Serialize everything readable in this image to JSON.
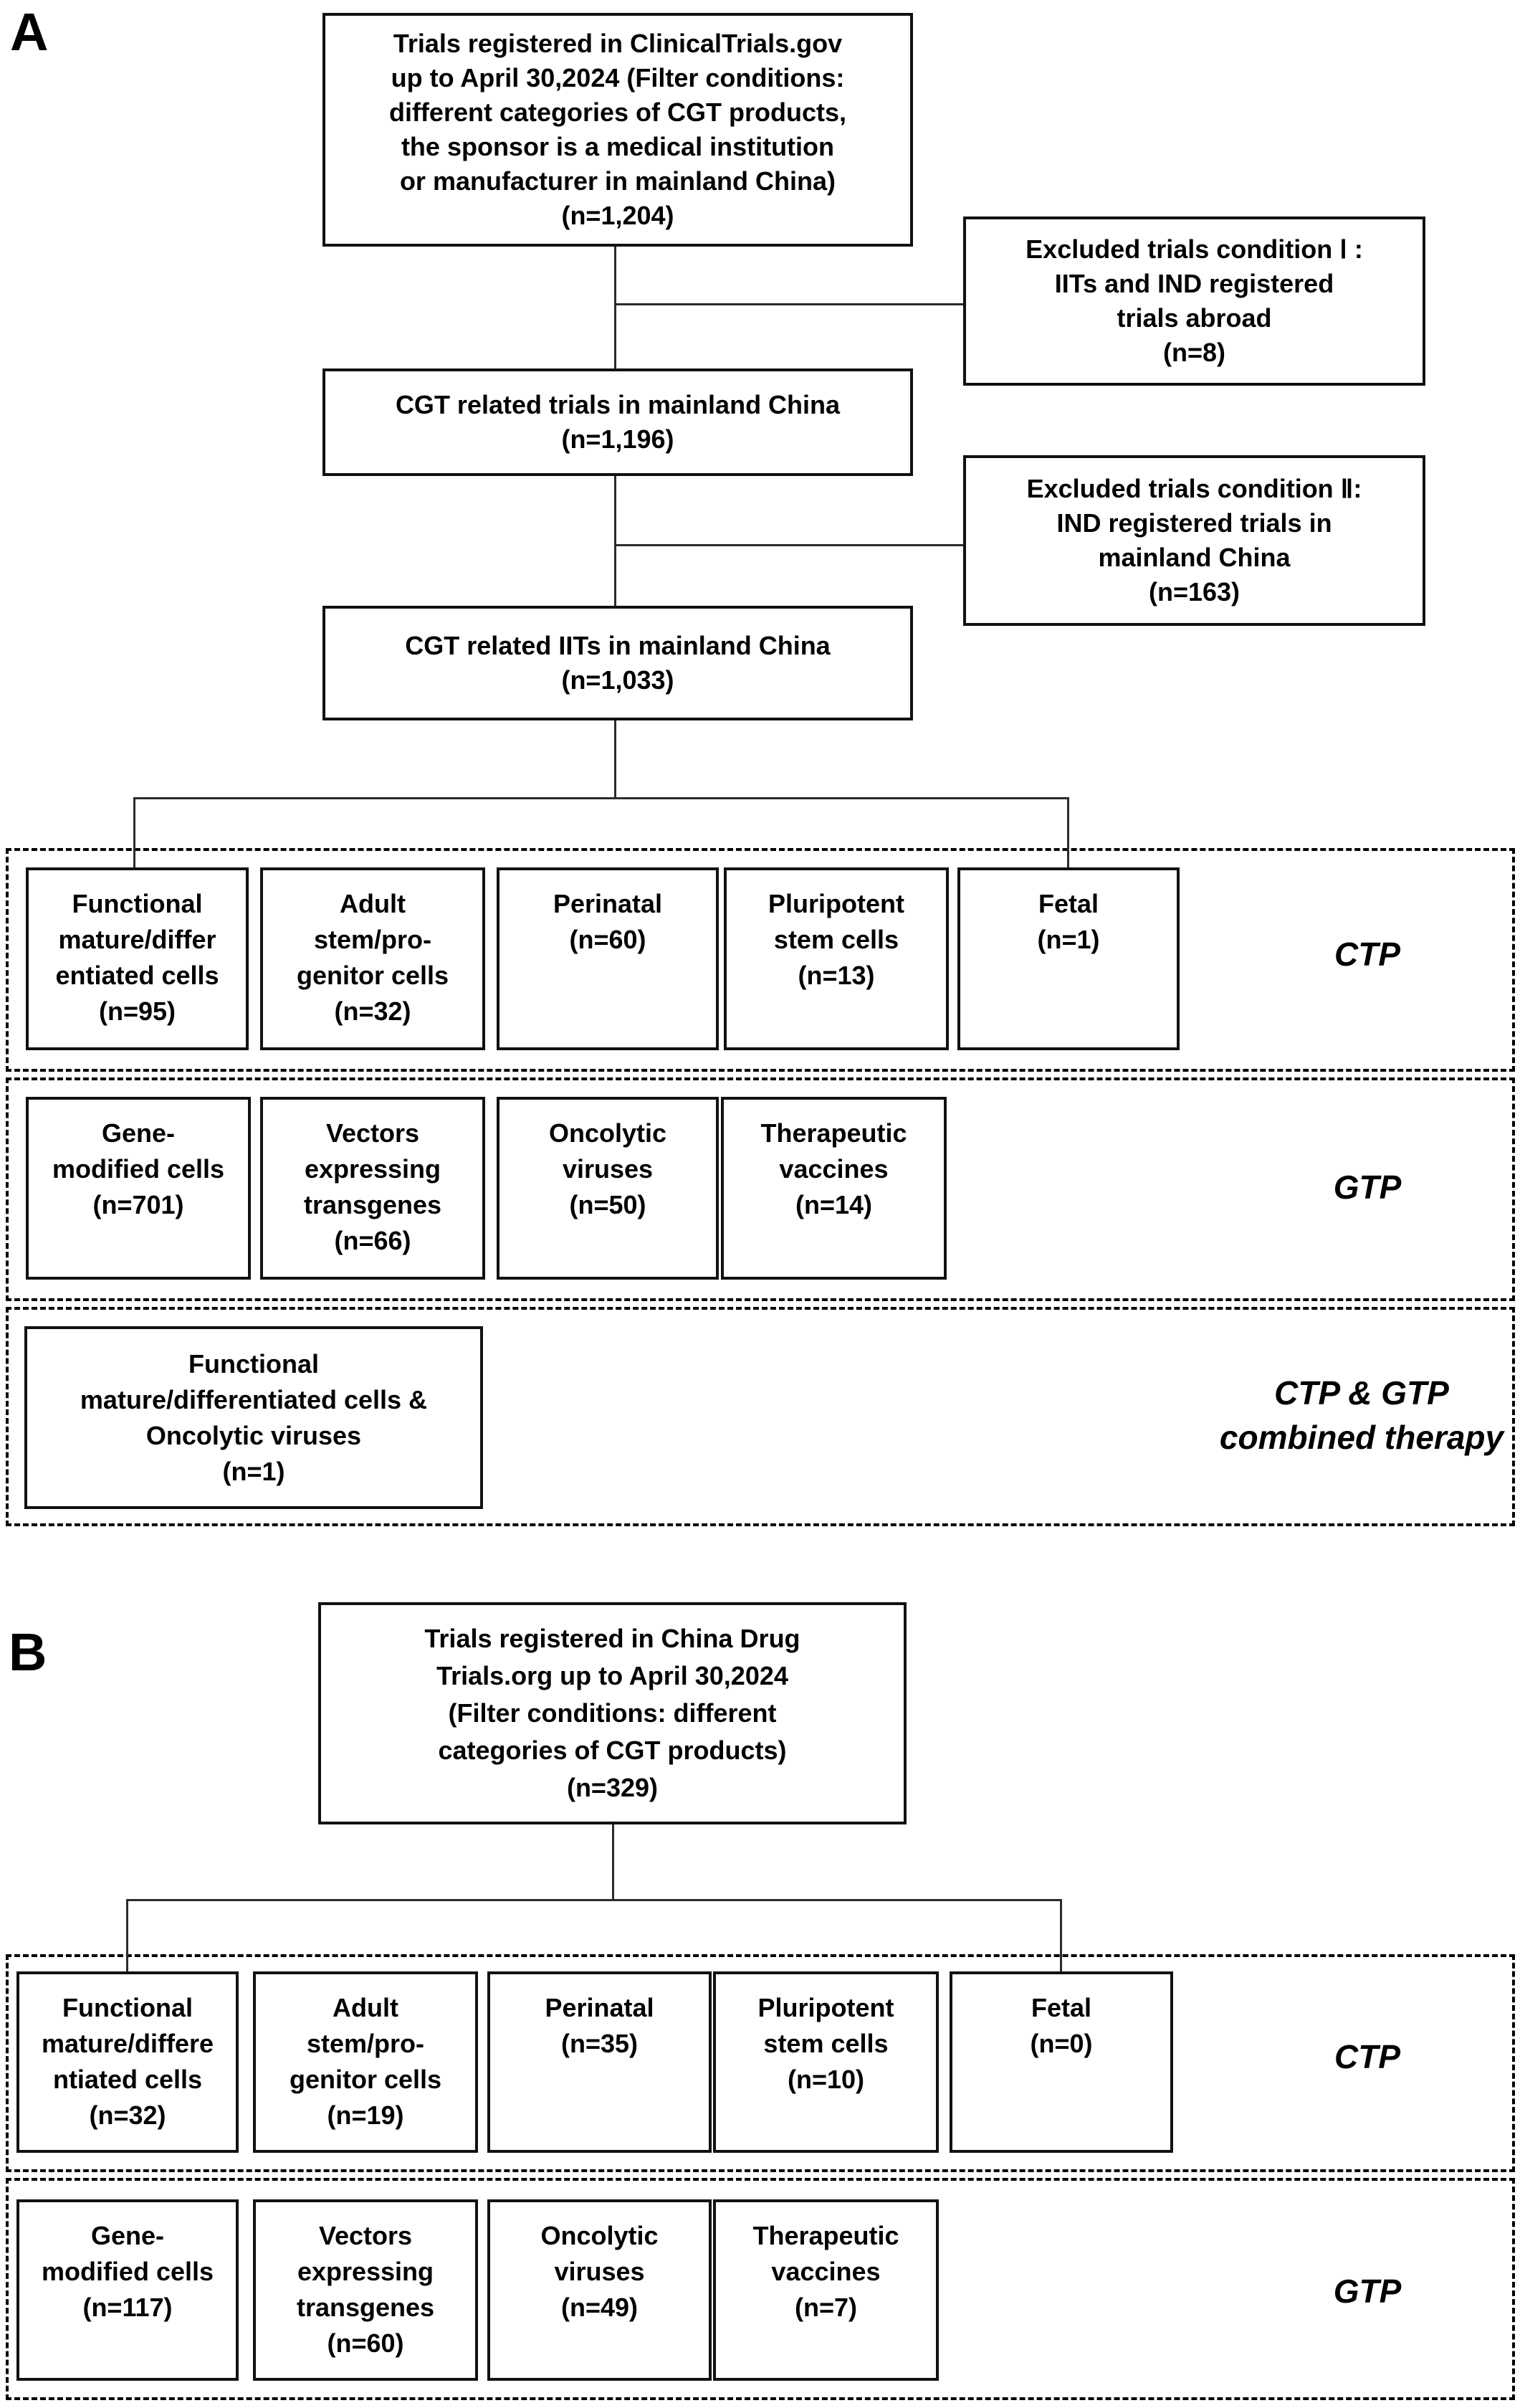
{
  "panel_a": {
    "label": "A",
    "top_box": "Trials registered in ClinicalTrials.gov\nup to April 30,2024 (Filter conditions:\ndifferent categories of CGT products,\nthe sponsor is a medical institution\nor manufacturer in mainland China)\n(n=1,204)",
    "excluded_box_1": "Excluded trials condition Ⅰ :\nIITs and IND registered\ntrials abroad\n(n=8)",
    "mid_box": "CGT related trials in mainland China\n(n=1,196)",
    "excluded_box_2": "Excluded trials condition Ⅱ:\nIND registered trials in\nmainland China\n(n=163)",
    "iit_box": "CGT related IITs in mainland China\n(n=1,033)",
    "ctp": {
      "label": "CTP",
      "boxes": [
        "Functional\nmature/differ\nentiated cells\n(n=95)",
        "Adult\nstem/pro-\ngenitor cells\n(n=32)",
        "Perinatal\n(n=60)",
        "Pluripotent\nstem cells\n(n=13)",
        "Fetal\n(n=1)"
      ]
    },
    "gtp": {
      "label": "GTP",
      "boxes": [
        "Gene-\nmodified cells\n(n=701)",
        "Vectors\nexpressing\ntransgenes\n(n=66)",
        "Oncolytic\nviruses\n(n=50)",
        "Therapeutic\nvaccines\n(n=14)"
      ]
    },
    "combined": {
      "label": "CTP & GTP\ncombined therapy",
      "box": "Functional\nmature/differentiated cells &\nOncolytic viruses\n(n=1)"
    }
  },
  "panel_b": {
    "label": "B",
    "top_box": "Trials registered in China Drug\nTrials.org up to April 30,2024\n(Filter conditions: different\ncategories of CGT products)\n(n=329)",
    "ctp": {
      "label": "CTP",
      "boxes": [
        "Functional\nmature/differe\nntiated cells\n(n=32)",
        "Adult\nstem/pro-\ngenitor cells\n(n=19)",
        "Perinatal\n(n=35)",
        "Pluripotent\nstem cells\n(n=10)",
        "Fetal\n(n=0)"
      ]
    },
    "gtp": {
      "label": "GTP",
      "boxes": [
        "Gene-\nmodified cells\n(n=117)",
        "Vectors\nexpressing\ntransgenes\n(n=60)",
        "Oncolytic\nviruses\n(n=49)",
        "Therapeutic\nvaccines\n(n=7)"
      ]
    }
  }
}
